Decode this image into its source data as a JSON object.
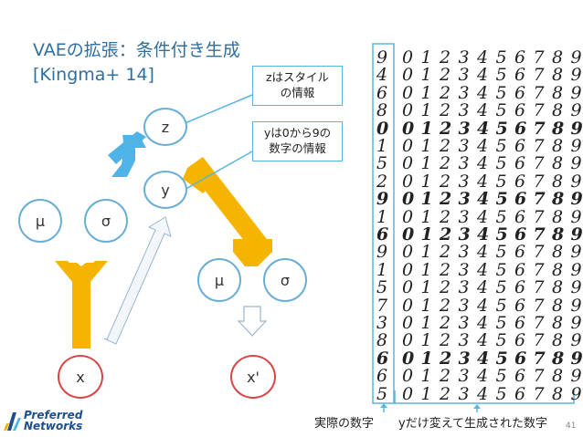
{
  "title": {
    "line1": "VAEの拡張：条件付き生成",
    "line2": "[Kingma+ 14]"
  },
  "nodes": {
    "z": "z",
    "y": "y",
    "mu_left": "μ",
    "sigma_left": "σ",
    "mu_right": "μ",
    "sigma_right": "σ",
    "x": "x",
    "x_prime": "x'"
  },
  "callouts": {
    "z_line1": "zはスタイル",
    "z_line2": "の情報",
    "y_line1": "yは0から9の",
    "y_line2": "数字の情報"
  },
  "captions": {
    "actual": "実際の数字",
    "generated": "yだけ変えて生成された数字"
  },
  "logo": {
    "line1": "Preferred",
    "line2": "Networks"
  },
  "page_number": "41",
  "digit_grid": {
    "actual": [
      "9",
      "4",
      "6",
      "8",
      "0",
      "1",
      "5",
      "2",
      "9",
      "1",
      "6",
      "9",
      "1",
      "5",
      "7",
      "3",
      "8",
      "6",
      "6",
      "5"
    ],
    "generated": [
      "0",
      "1",
      "2",
      "3",
      "4",
      "5",
      "6",
      "7",
      "8",
      "9"
    ]
  },
  "colors": {
    "title": "#2f6f9f",
    "encoder_arrow": "#f5b400",
    "z_arrow": "#4fb3e8",
    "node_blue": "#6aaed6",
    "node_red": "#d94545",
    "callout_border": "#5ab4e0"
  }
}
